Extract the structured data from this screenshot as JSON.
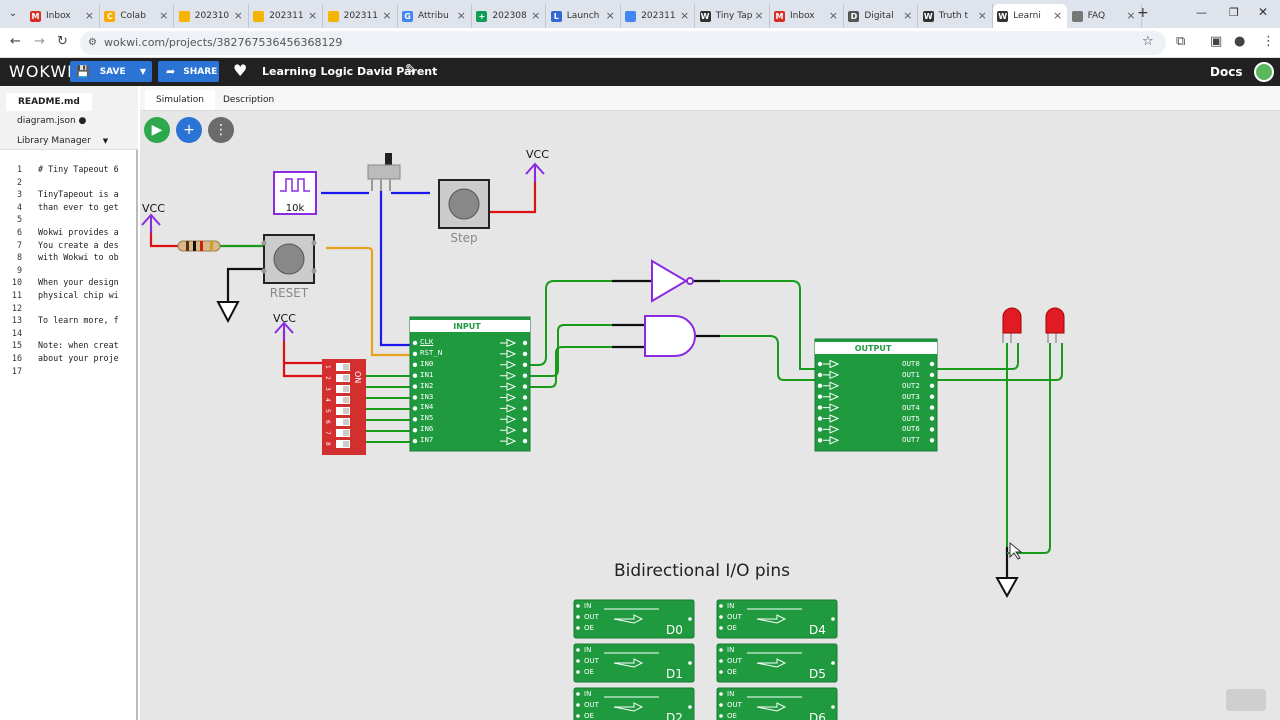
{
  "browser": {
    "tabs": [
      {
        "label": "Inbox",
        "fav": "M",
        "color": "#d93025"
      },
      {
        "label": "Colab",
        "fav": "C",
        "color": "#f9ab00"
      },
      {
        "label": "202310",
        "fav": "",
        "color": "#f4b400"
      },
      {
        "label": "202311",
        "fav": "",
        "color": "#f4b400"
      },
      {
        "label": "202311",
        "fav": "",
        "color": "#f4b400"
      },
      {
        "label": "Attribu",
        "fav": "G",
        "color": "#4285f4"
      },
      {
        "label": "202308",
        "fav": "+",
        "color": "#0f9d58"
      },
      {
        "label": "Launch",
        "fav": "L",
        "color": "#3367d6"
      },
      {
        "label": "202311",
        "fav": "",
        "color": "#4285f4"
      },
      {
        "label": "Tiny Tap",
        "fav": "W",
        "color": "#333333"
      },
      {
        "label": "Inbox",
        "fav": "M",
        "color": "#d93025"
      },
      {
        "label": "Digital",
        "fav": "D",
        "color": "#555555"
      },
      {
        "label": "Truth t",
        "fav": "W",
        "color": "#333333"
      },
      {
        "label": "Learni",
        "fav": "W",
        "color": "#333333"
      },
      {
        "label": "FAQ",
        "fav": "",
        "color": "#777777"
      }
    ],
    "active_tab": 13,
    "url": "wokwi.com/projects/382767536456368129"
  },
  "header": {
    "logo": "WOKWI",
    "save_label": "SAVE",
    "share_label": "SHARE",
    "project_title": "Learning Logic David Parent",
    "docs_label": "Docs"
  },
  "editor": {
    "file_tabs": [
      "README.md",
      "diagram.json",
      "Library Manager"
    ],
    "lines": [
      "# Tiny Tapeout 6",
      "",
      "TinyTapeout is a",
      "than ever to get",
      "",
      "Wokwi provides a",
      "You create a des",
      "with Wokwi to ob",
      "",
      "When your design",
      "physical chip wi",
      "",
      "To learn more, f",
      "",
      "Note: when creat",
      "about your proje",
      ""
    ]
  },
  "sim_tabs": [
    "Simulation",
    "Description"
  ],
  "sim": {
    "clock_freq": "10k",
    "vcc": "VCC",
    "reset_label": "RESET",
    "step_label": "Step",
    "dip_on": "ON",
    "dip_numbers": [
      "1",
      "2",
      "3",
      "4",
      "5",
      "6",
      "7",
      "8"
    ],
    "input_chip": {
      "title": "INPUT",
      "pins": [
        "CLK",
        "RST_N",
        "IN0",
        "IN1",
        "IN2",
        "IN3",
        "IN4",
        "IN5",
        "IN6",
        "IN7"
      ]
    },
    "output_chip": {
      "title": "OUTPUT",
      "pins": [
        "OUT0",
        "OUT1",
        "OUT2",
        "OUT3",
        "OUT4",
        "OUT5",
        "OUT6",
        "OUT7"
      ]
    },
    "bidir_title": "Bidirectional I/O pins",
    "bidir_rows": [
      "IN",
      "OUT",
      "OE"
    ],
    "bidir_blocks": [
      "D0",
      "D1",
      "D2",
      "D4",
      "D5",
      "D6"
    ]
  }
}
